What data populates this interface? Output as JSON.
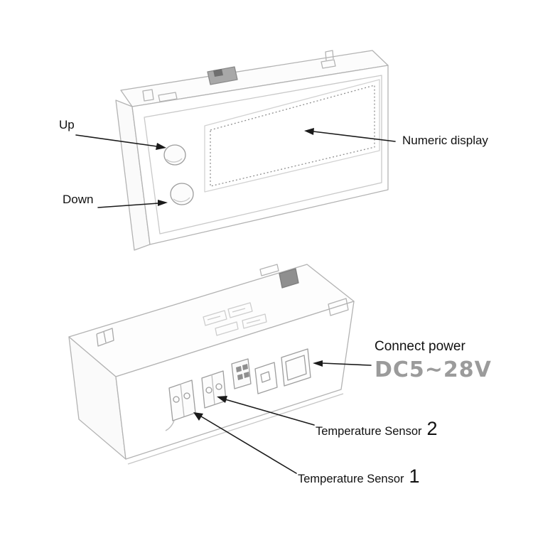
{
  "front_view": {
    "up_label": "Up",
    "down_label": "Down",
    "numeric_display_label": "Numeric display"
  },
  "rear_view": {
    "connect_power_label": "Connect power",
    "voltage_label": "DC5~28V",
    "sensor2_label": "Temperature Sensor",
    "sensor2_number": "2",
    "sensor1_label": "Temperature Sensor",
    "sensor1_number": "1"
  },
  "colors": {
    "sketch_stroke": "#b3b3b3",
    "annotation": "#1a1a1a",
    "voltage_text": "#9b9b9b",
    "background": "#ffffff"
  }
}
